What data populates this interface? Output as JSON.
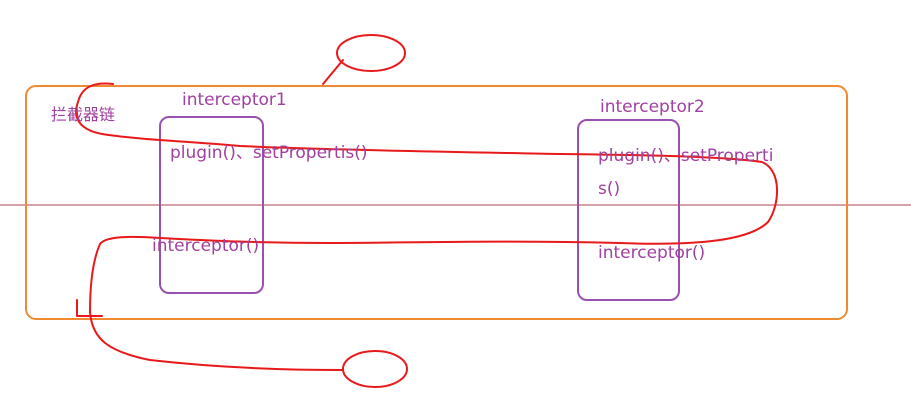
{
  "labels": {
    "chain": "拦截器链",
    "interceptor1_title": "interceptor1",
    "interceptor2_title": "interceptor2",
    "interceptor1_methods": "plugin()、setPropertis()",
    "interceptor2_methods_line1": "plugin()、setProperti",
    "interceptor2_methods_line2": "s()",
    "interceptor1_call": "interceptor()",
    "interceptor2_call": "interceptor()"
  },
  "colors": {
    "chain_border": "#f08a30",
    "interceptor_border": "#9a50b0",
    "text": "#a040a0",
    "annotation": "#e8191a",
    "divider": "#b04050"
  }
}
